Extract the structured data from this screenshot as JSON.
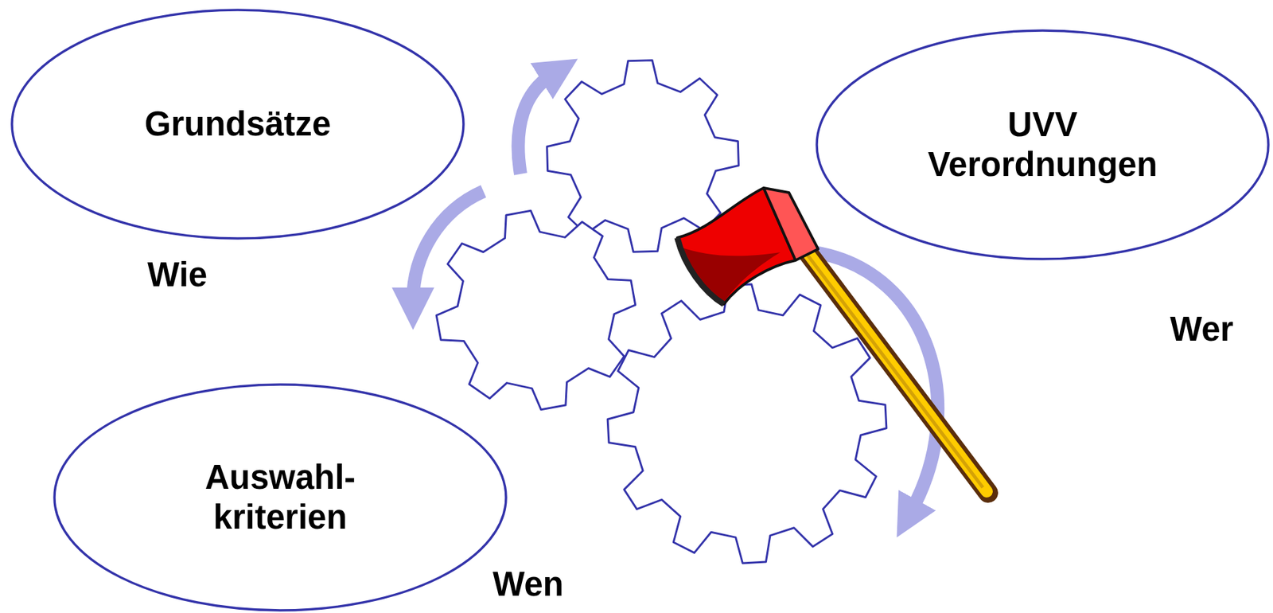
{
  "diagram": {
    "nodes": [
      {
        "text": [
          "Grundsätze"
        ]
      },
      {
        "text": [
          "UVV Verordnungen"
        ]
      },
      {
        "text": [
          "Auswahl- kriterien"
        ]
      }
    ],
    "labels": [
      "Wie",
      "Wer",
      "Wen"
    ]
  }
}
